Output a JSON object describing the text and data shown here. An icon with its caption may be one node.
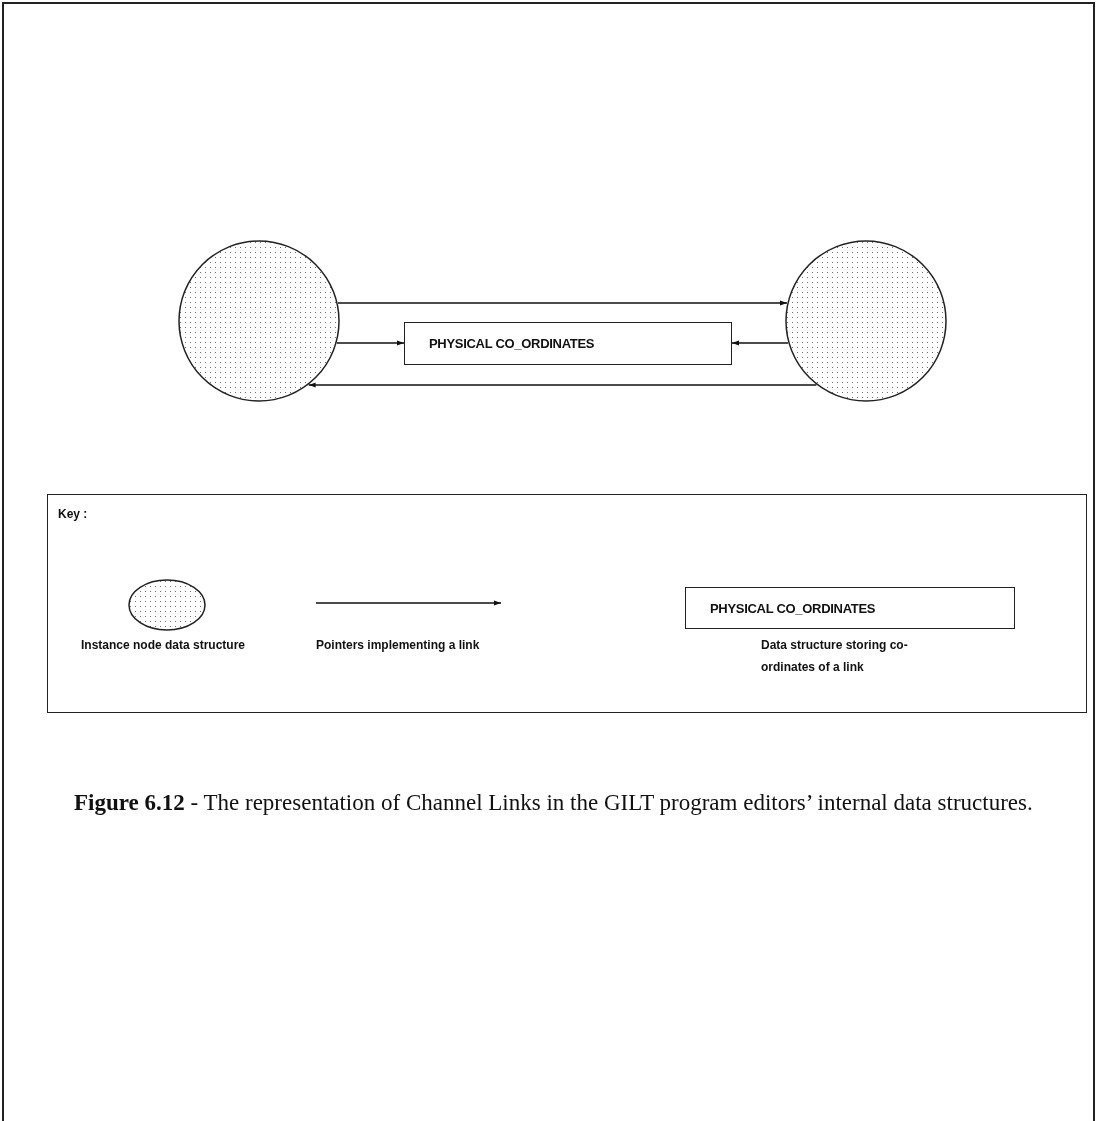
{
  "diagram": {
    "caption": "**Figure 6.12** - The representation of Channel Links in the GILT program editors’ internal data structures.",
    "nodes": [
      {
        "text": [],
        "shape": "circle"
      },
      {
        "text": [
          "PHYSICAL CO_ORDINATES"
        ]
      },
      {
        "text": [],
        "shape": "circle"
      },
      {
        "text": [
          "Key :"
        ]
      },
      {
        "text": [],
        "shape": "circle",
        "in": 3
      },
      {
        "text": [
          "PHYSICAL CO_ORDINATES"
        ],
        "in": 3
      }
    ],
    "edges": [
      {
        "from": 0,
        "to": 2,
        "arrow": "to"
      },
      {
        "from": 0,
        "to": 1,
        "arrow": "to"
      },
      {
        "from": 2,
        "to": 1,
        "arrow": "to"
      },
      {
        "from": 2,
        "to": 0,
        "arrow": "to"
      }
    ],
    "legend": [
      {
        "text": "Instance node data structure"
      },
      {
        "text": "Pointers implementing a link"
      },
      {
        "text": "Data structure storing co-ordinates of a link"
      }
    ]
  }
}
